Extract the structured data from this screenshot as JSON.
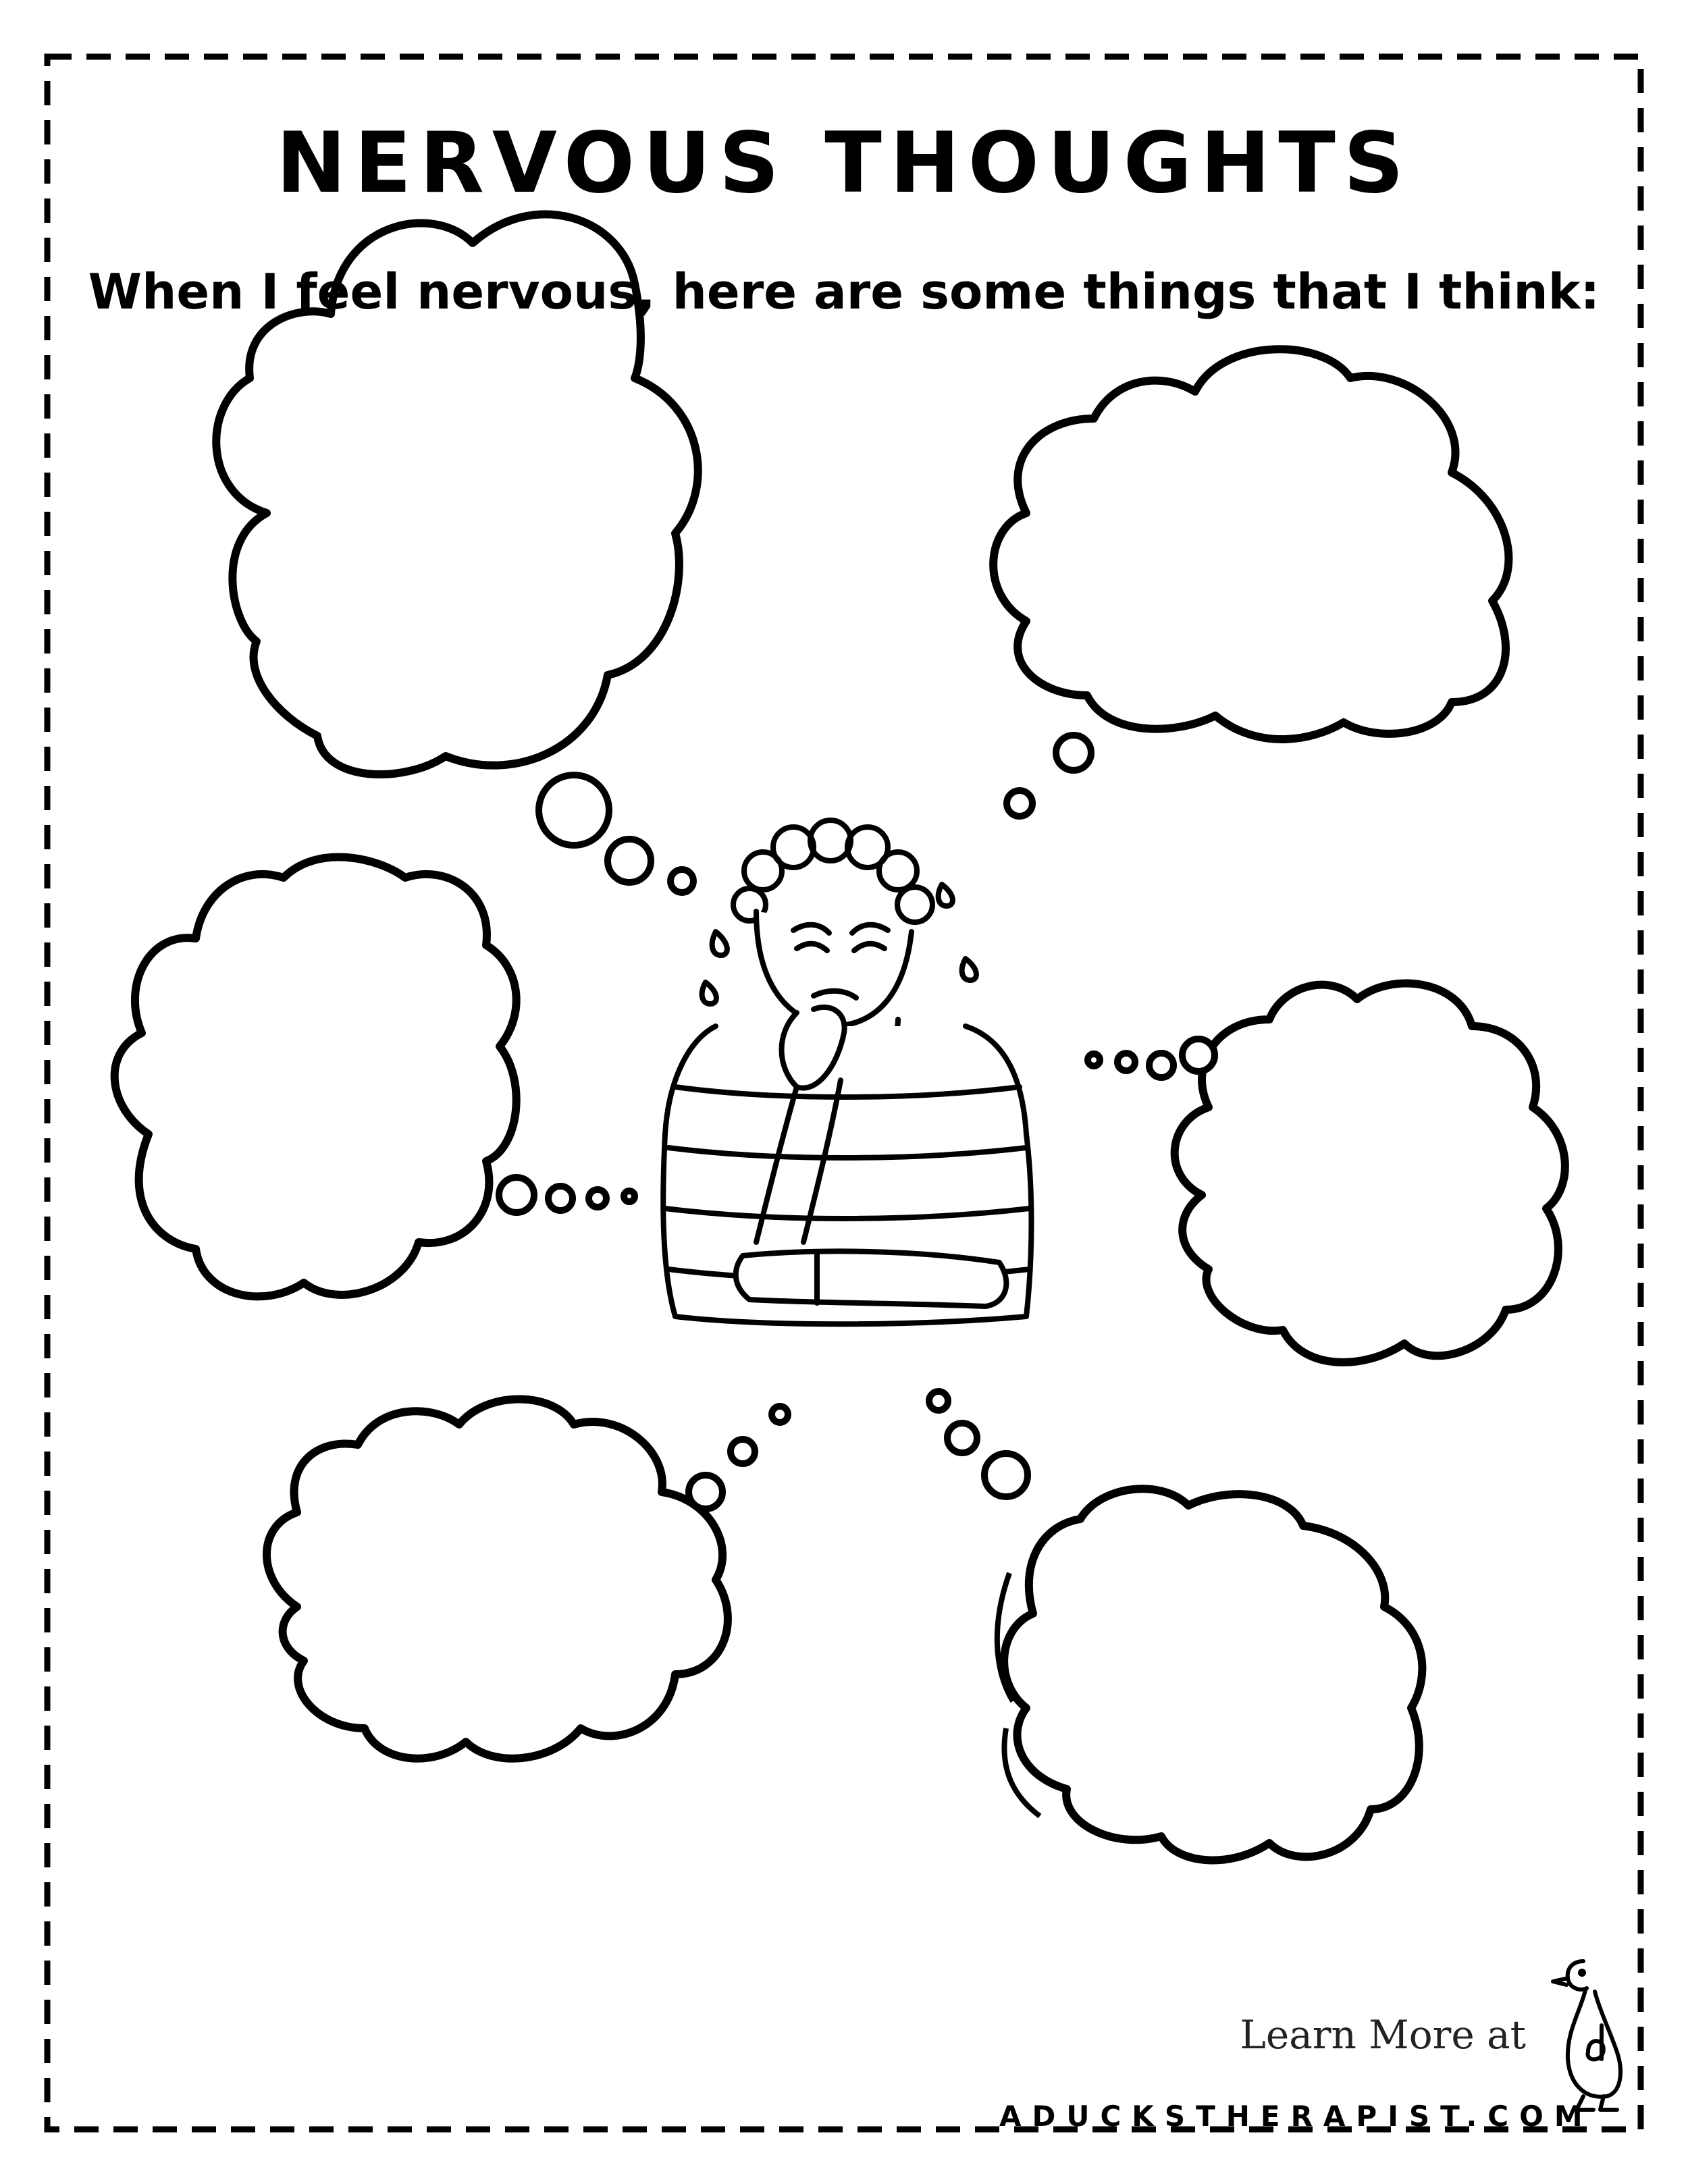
{
  "worksheet": {
    "title": "NERVOUS THOUGHTS",
    "prompt": "When I feel nervous, here are some things that I think:"
  },
  "footer": {
    "learn_more": "Learn More at",
    "website": "ADUCKSTHERAPIST.COM"
  },
  "colors": {
    "ink": "#000000",
    "paper": "#ffffff"
  },
  "icons": {
    "logo": "duck-logo-icon",
    "illustration": "nervous-person-illustration"
  }
}
